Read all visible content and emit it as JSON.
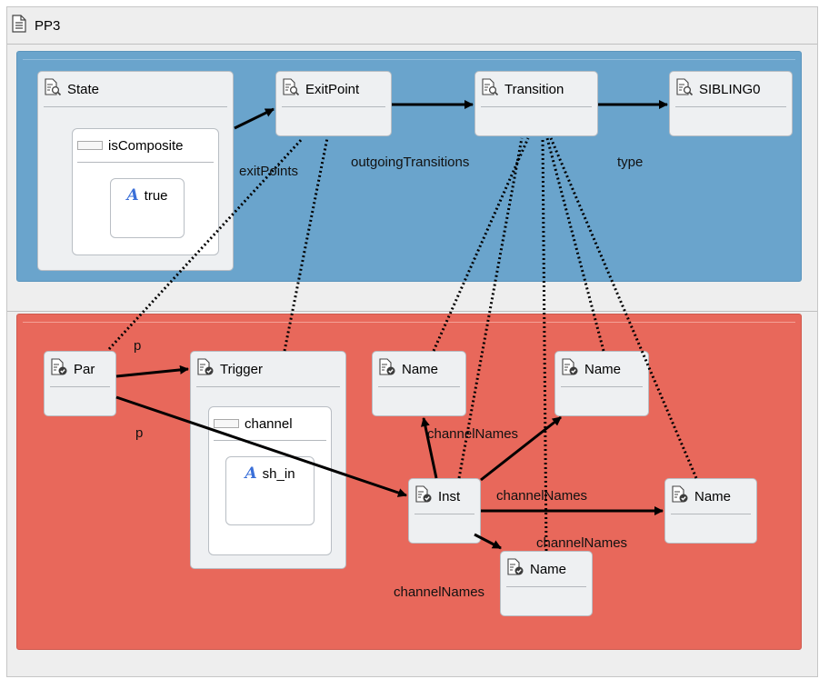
{
  "header": {
    "title": "PP3",
    "icon": "document-icon"
  },
  "colors": {
    "context_panel": "#6aa4cc",
    "pattern_panel": "#e8685b",
    "node_fill": "#eef0f2",
    "edge": "#000000",
    "value_icon": "#3a6fd8"
  },
  "context": {
    "state": {
      "label": "State",
      "attribute": {
        "label": "isComposite",
        "value": "true"
      }
    },
    "exitpoint": {
      "label": "ExitPoint"
    },
    "transition": {
      "label": "Transition"
    },
    "sibling": {
      "label": "SIBLING0"
    }
  },
  "pattern": {
    "par": {
      "label": "Par"
    },
    "trigger": {
      "label": "Trigger",
      "attribute": {
        "label": "channel",
        "value": "sh_in"
      }
    },
    "name1": {
      "label": "Name"
    },
    "name2": {
      "label": "Name"
    },
    "inst": {
      "label": "Inst"
    },
    "name3": {
      "label": "Name"
    },
    "name4": {
      "label": "Name"
    }
  },
  "edge_labels": {
    "exitPoints": "exitPoints",
    "outgoingTransitions": "outgoingTransitions",
    "type": "type",
    "p_trigger": "p",
    "p_inst": "p",
    "channelNames_1": "channelNames",
    "channelNames_2": "channelNames",
    "channelNames_3": "channelNames",
    "channelNames_4": "channelNames"
  }
}
